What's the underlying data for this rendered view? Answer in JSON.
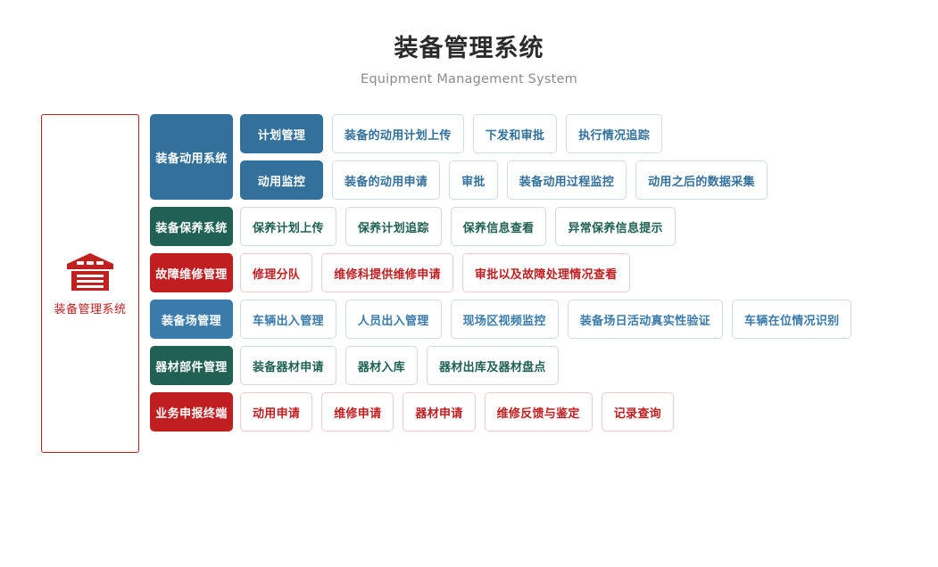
{
  "header": {
    "title": "装备管理系统",
    "subtitle": "Equipment Management System"
  },
  "sidebar": {
    "icon": "warehouse-icon",
    "label": "装备管理系统",
    "border_color": "#C0201F"
  },
  "palette": {
    "blue": "#33709B",
    "blue_light": "#3A7BAC",
    "green": "#206153",
    "red": "#C11E21",
    "text_muted": "#8b8b8b",
    "title": "#2b2b2b"
  },
  "rows": [
    {
      "category": "装备动用系统",
      "theme": "blue",
      "lanes": [
        {
          "sub": "计划管理",
          "items": [
            "装备的动用计划上传",
            "下发和审批",
            "执行情况追踪"
          ]
        },
        {
          "sub": "动用监控",
          "items": [
            "装备的动用申请",
            "审批",
            "装备动用过程监控",
            "动用之后的数据采集"
          ]
        }
      ]
    },
    {
      "category": "装备保养系统",
      "theme": "green",
      "items": [
        "保养计划上传",
        "保养计划追踪",
        "保养信息查看",
        "异常保养信息提示"
      ]
    },
    {
      "category": "故障维修管理",
      "theme": "red",
      "items": [
        "修理分队",
        "维修科提供维修申请",
        "审批以及故障处理情况查看"
      ]
    },
    {
      "category": "装备场管理",
      "theme": "blue2",
      "items": [
        "车辆出入管理",
        "人员出入管理",
        "现场区视频监控",
        "装备场日活动真实性验证",
        "车辆在位情况识别"
      ]
    },
    {
      "category": "器材部件管理",
      "theme": "green",
      "items": [
        "装备器材申请",
        "器材入库",
        "器材出库及器材盘点"
      ]
    },
    {
      "category": "业务申报终端",
      "theme": "red",
      "items": [
        "动用申请",
        "维修申请",
        "器材申请",
        "维修反馈与鉴定",
        "记录查询"
      ]
    }
  ]
}
